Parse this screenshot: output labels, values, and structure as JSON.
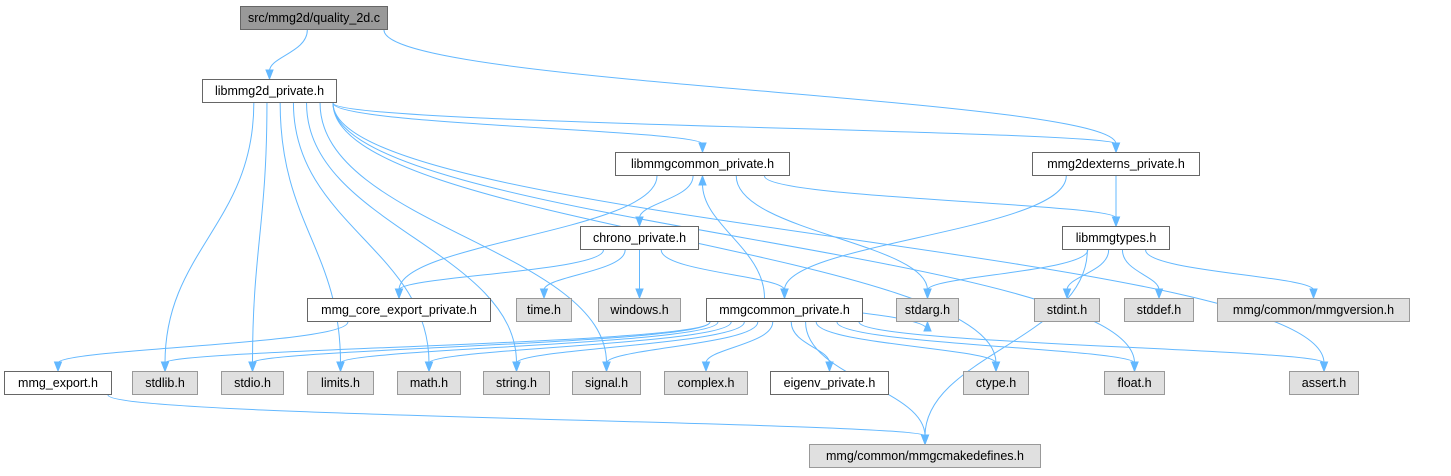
{
  "colors": {
    "edge": "#63b8ff",
    "root_fill": "#999999",
    "system_fill": "#e0e0e0",
    "user_fill": "#ffffff",
    "border": "#666666"
  },
  "nodes": {
    "quality_2d_c": "src/mmg2d/quality_2d.c",
    "libmmg2d_private_h": "libmmg2d_private.h",
    "libmmgcommon_private_h": "libmmgcommon_private.h",
    "mmg2dexterns_private_h": "mmg2dexterns_private.h",
    "chrono_private_h": "chrono_private.h",
    "libmmgtypes_h": "libmmgtypes.h",
    "mmg_core_export_private_h": "mmg_core_export_private.h",
    "time_h": "time.h",
    "windows_h": "windows.h",
    "mmgcommon_private_h": "mmgcommon_private.h",
    "stdarg_h": "stdarg.h",
    "stdint_h": "stdint.h",
    "stddef_h": "stddef.h",
    "mmgversion_h": "mmg/common/mmgversion.h",
    "mmg_export_h": "mmg_export.h",
    "stdlib_h": "stdlib.h",
    "stdio_h": "stdio.h",
    "limits_h": "limits.h",
    "math_h": "math.h",
    "string_h": "string.h",
    "signal_h": "signal.h",
    "complex_h": "complex.h",
    "eigenv_private_h": "eigenv_private.h",
    "ctype_h": "ctype.h",
    "float_h": "float.h",
    "assert_h": "assert.h",
    "mmgcmakedefines_h": "mmg/common/mmgcmakedefines.h"
  },
  "edges": [
    [
      "quality_2d_c",
      "libmmg2d_private_h"
    ],
    [
      "quality_2d_c",
      "mmg2dexterns_private_h"
    ],
    [
      "libmmg2d_private_h",
      "libmmgcommon_private_h"
    ],
    [
      "libmmg2d_private_h",
      "mmg2dexterns_private_h"
    ],
    [
      "libmmg2d_private_h",
      "stdlib_h"
    ],
    [
      "libmmg2d_private_h",
      "stdio_h"
    ],
    [
      "libmmg2d_private_h",
      "limits_h"
    ],
    [
      "libmmg2d_private_h",
      "math_h"
    ],
    [
      "libmmg2d_private_h",
      "string_h"
    ],
    [
      "libmmg2d_private_h",
      "signal_h"
    ],
    [
      "libmmg2d_private_h",
      "ctype_h"
    ],
    [
      "libmmg2d_private_h",
      "float_h"
    ],
    [
      "libmmg2d_private_h",
      "assert_h"
    ],
    [
      "libmmgcommon_private_h",
      "chrono_private_h"
    ],
    [
      "libmmgcommon_private_h",
      "mmg_core_export_private_h"
    ],
    [
      "libmmgcommon_private_h",
      "libmmgtypes_h"
    ],
    [
      "libmmgcommon_private_h",
      "stdarg_h"
    ],
    [
      "mmg2dexterns_private_h",
      "libmmgtypes_h"
    ],
    [
      "mmg2dexterns_private_h",
      "mmgcommon_private_h"
    ],
    [
      "chrono_private_h",
      "time_h"
    ],
    [
      "chrono_private_h",
      "windows_h"
    ],
    [
      "chrono_private_h",
      "mmg_core_export_private_h"
    ],
    [
      "chrono_private_h",
      "mmgcommon_private_h"
    ],
    [
      "mmgcommon_private_h",
      "libmmgcommon_private_h"
    ],
    [
      "mmgcommon_private_h",
      "stdarg_h"
    ],
    [
      "mmgcommon_private_h",
      "stdlib_h"
    ],
    [
      "mmgcommon_private_h",
      "stdio_h"
    ],
    [
      "mmgcommon_private_h",
      "limits_h"
    ],
    [
      "mmgcommon_private_h",
      "math_h"
    ],
    [
      "mmgcommon_private_h",
      "string_h"
    ],
    [
      "mmgcommon_private_h",
      "signal_h"
    ],
    [
      "mmgcommon_private_h",
      "complex_h"
    ],
    [
      "mmgcommon_private_h",
      "eigenv_private_h"
    ],
    [
      "mmgcommon_private_h",
      "ctype_h"
    ],
    [
      "mmgcommon_private_h",
      "float_h"
    ],
    [
      "mmgcommon_private_h",
      "assert_h"
    ],
    [
      "mmgcommon_private_h",
      "mmgcmakedefines_h"
    ],
    [
      "libmmgtypes_h",
      "stdarg_h"
    ],
    [
      "libmmgtypes_h",
      "stdint_h"
    ],
    [
      "libmmgtypes_h",
      "stddef_h"
    ],
    [
      "libmmgtypes_h",
      "mmgversion_h"
    ],
    [
      "libmmgtypes_h",
      "mmgcmakedefines_h"
    ],
    [
      "mmg_core_export_private_h",
      "mmg_export_h"
    ],
    [
      "mmg_export_h",
      "mmgcmakedefines_h"
    ]
  ]
}
